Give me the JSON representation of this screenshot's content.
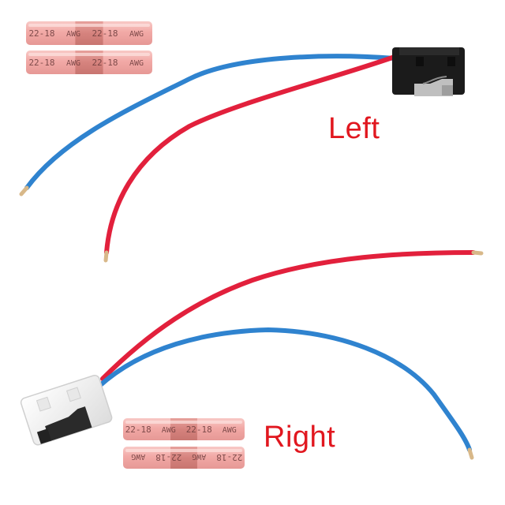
{
  "captions": {
    "left": "Left",
    "right": "Right"
  },
  "connectors": {
    "top": [
      {
        "segments": [
          "22-18",
          "AWG",
          "22-18",
          "AWG"
        ],
        "flipped": false
      },
      {
        "segments": [
          "22-18",
          "AWG",
          "22-18",
          "AWG"
        ],
        "flipped": false
      }
    ],
    "bottom": [
      {
        "segments": [
          "22-18",
          "AWG",
          "22-18",
          "AWG"
        ],
        "flipped": false
      },
      {
        "segments": [
          "AWG",
          "22-18",
          "AWG",
          "22-18"
        ],
        "flipped": true
      }
    ]
  },
  "colors": {
    "wire_red": "#e2203c",
    "wire_blue": "#2f83cf",
    "copper_tip": "#d8b889",
    "sleeve": "#f2a9a6",
    "sleeve_band": "#d98a85",
    "switch_black": "#1b1b1b",
    "switch_white": "#f1f1f1",
    "caption_red": "#e1171f"
  },
  "icons": [
    "microswitch-black",
    "microswitch-white",
    "butt-connector"
  ]
}
